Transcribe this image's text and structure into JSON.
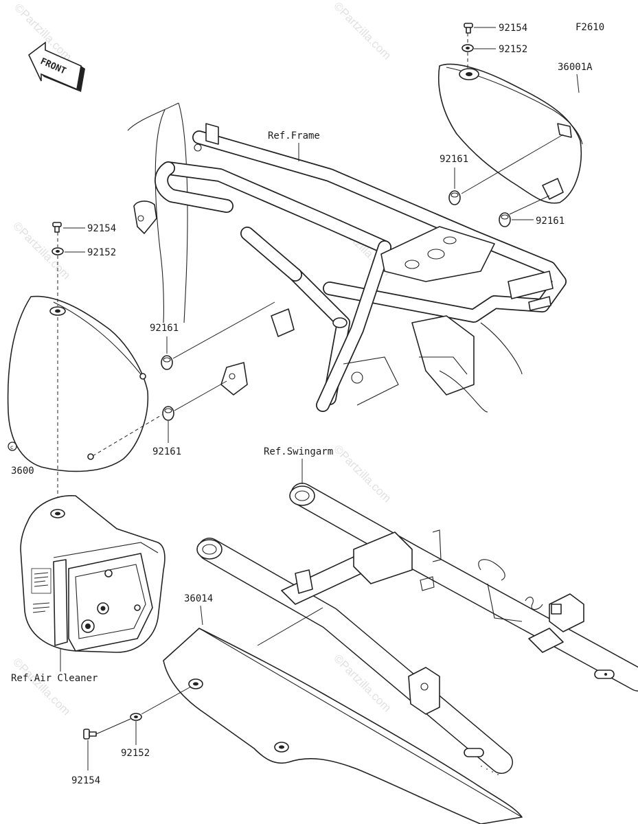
{
  "figure_code": "F2610",
  "front_arrow": {
    "label": "FRONT"
  },
  "watermark": "©Partzilla.com",
  "labels": {
    "p92154_top": "92154",
    "p92152_top": "92152",
    "p36001a": "36001A",
    "ref_frame": "Ref.Frame",
    "p92161_right_upper": "92161",
    "p92161_right_lower": "92161",
    "p92154_left": "92154",
    "p92152_left": "92152",
    "p92161_left_upper": "92161",
    "p92161_left_lower": "92161",
    "p3600_left": "3600",
    "ref_swingarm": "Ref.Swingarm",
    "p36014": "36014",
    "ref_air_cleaner": "Ref.Air Cleaner",
    "p92152_bottom": "92152",
    "p92154_bottom": "92154"
  }
}
